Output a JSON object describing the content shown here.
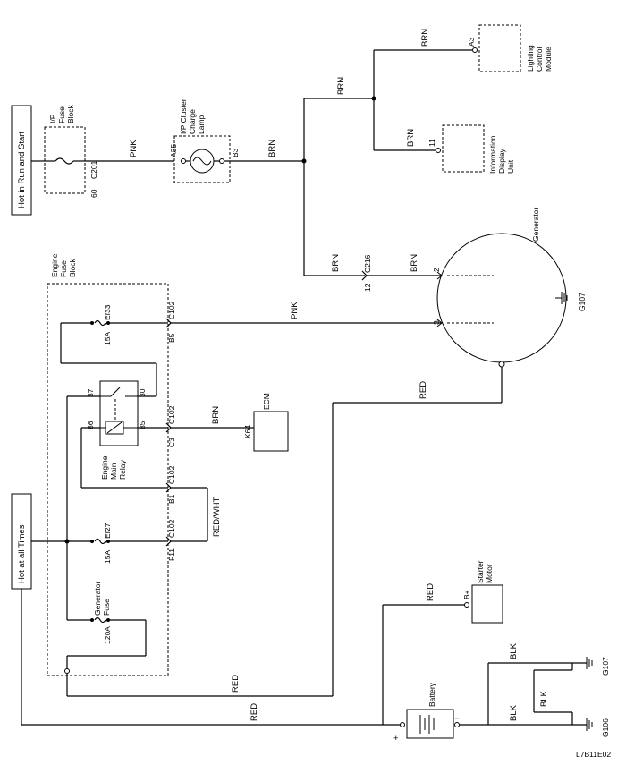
{
  "power": {
    "run_start": "Hot in Run and Start",
    "all_times": "Hot at all Times"
  },
  "components": {
    "ip_fuse_block": [
      "I/P",
      "Fuse",
      "Block"
    ],
    "ip_cluster_lamp": [
      "I/P Cluster",
      "Charge",
      "Lamp"
    ],
    "lighting_module": [
      "Lighting",
      "Control",
      "Module"
    ],
    "display_unit": [
      "Information",
      "Display",
      "Unit"
    ],
    "engine_fuse_block": [
      "Engine",
      "Fuse",
      "Block"
    ],
    "generator": "Generator",
    "ecm": "ECM",
    "relay": [
      "Engine",
      "Main",
      "Relay"
    ],
    "starter": [
      "Starter",
      "Motor"
    ],
    "battery": "Battery",
    "generator_fuse": [
      "Generator",
      "Fuse"
    ]
  },
  "pins": {
    "c201": "C201",
    "p60": "60",
    "a35": "A35",
    "b3": "B3",
    "a3": "A3",
    "p11": "11",
    "c216": "C216",
    "p12": "12",
    "p2": "2",
    "p3": "3",
    "ef33": "Ef33",
    "a15_1": "15A",
    "b5": "B5",
    "c102_1": "C102",
    "r87": "87",
    "r30": "30",
    "r86": "86",
    "r85": "85",
    "c3": "C3",
    "c102_2": "C102",
    "k64": "K64",
    "b1": "B1",
    "c102_3": "C102",
    "ef27": "Ef27",
    "a15_2": "15A",
    "f11": "F11",
    "c102_4": "C102",
    "a120": "120A",
    "bplus": "B+",
    "plus": "+",
    "minus": "−"
  },
  "wires": {
    "pnk1": "PNK",
    "brn1": "BRN",
    "brn2": "BRN",
    "brn3": "BRN",
    "brn4": "BRN",
    "brn5": "BRN",
    "brn6": "BRN",
    "pnk2": "PNK",
    "brn7": "BRN",
    "red_gen": "RED",
    "red_wht": "RED/WHT",
    "red_starter": "RED",
    "red_fuse": "RED",
    "red_batt": "RED",
    "blk1": "BLK",
    "blk2": "BLK",
    "blk3": "BLK"
  },
  "grounds": {
    "g107a": "G107",
    "g107b": "G107",
    "g106": "G106"
  },
  "figure_id": "L7B11E02"
}
